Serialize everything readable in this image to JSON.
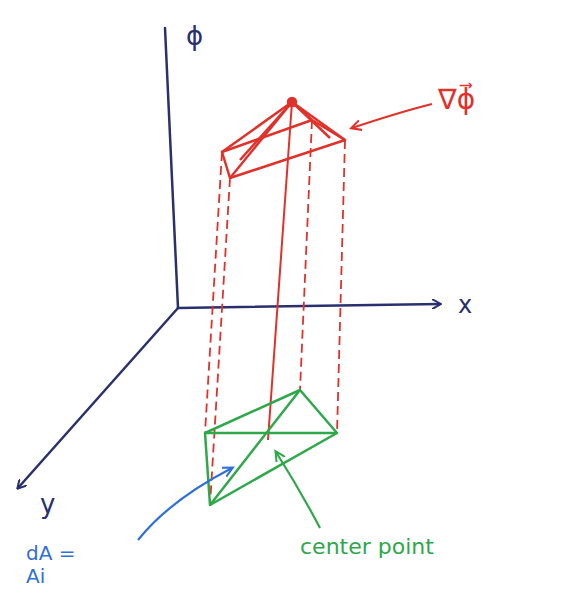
{
  "diagram": {
    "labels": [
      "ϕ",
      "x",
      "y",
      "∇ϕ⃗",
      "dA = Ai",
      "center point"
    ]
  }
}
